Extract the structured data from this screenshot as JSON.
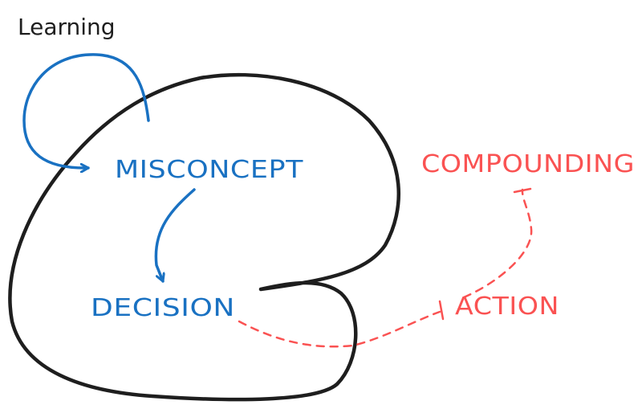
{
  "colors": {
    "outline": "#1e1e1e",
    "blue": "#1971c2",
    "red": "#fa5252",
    "background": "#ffffff"
  },
  "labels": {
    "learning": "Learning",
    "misconcept": "MISCONCEPT",
    "decision": "DECISION",
    "compounding": "COMPOUNDING",
    "action": "ACTION"
  }
}
